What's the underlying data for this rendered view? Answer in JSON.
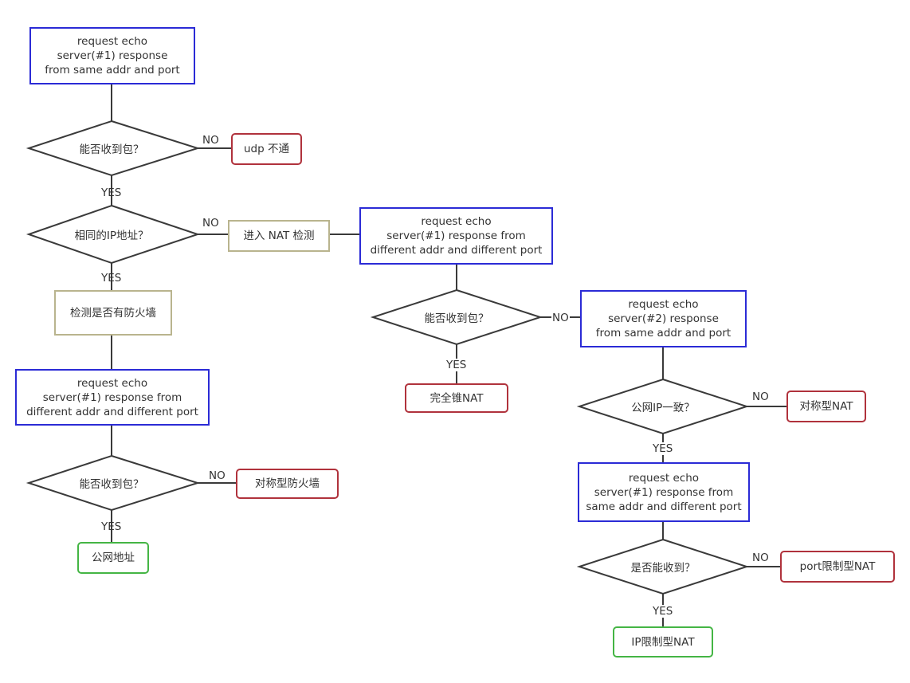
{
  "colors": {
    "line": "#3a3a3a",
    "process_border": "#2b2bd6",
    "negative_border": "#b0323c",
    "positive_border": "#44b544",
    "neutral_border": "#b9b48e"
  },
  "nodes": {
    "req1": "request echo\nserver(#1) response\nfrom same addr and port",
    "d1": "能否收到包？",
    "udp_blocked": "udp 不通",
    "d2": "相同的IP地址？",
    "enter_nat": "进入 NAT 检测",
    "check_fw": "检测是否有防火墙",
    "req_fw": "request echo\nserver(#1) response from\ndifferent addr and different port",
    "d_fw": "能否收到包？",
    "sym_fw": "对称型防火墙",
    "public_addr": "公网地址",
    "req_nat": "request echo\nserver(#1) response from\ndifferent addr and different port",
    "d_nat": "能否收到包？",
    "full_cone": "完全锥NAT",
    "req2": "request echo\nserver(#2) response\nfrom same addr and port",
    "d_ip": "公网IP一致？",
    "sym_nat": "对称型NAT",
    "req3": "request echo\nserver(#1) response from\nsame addr and different port",
    "d_recv": "是否能收到？",
    "port_nat": "port限制型NAT",
    "ip_nat": "IP限制型NAT"
  },
  "labels": {
    "yes": "YES",
    "no": "NO"
  }
}
